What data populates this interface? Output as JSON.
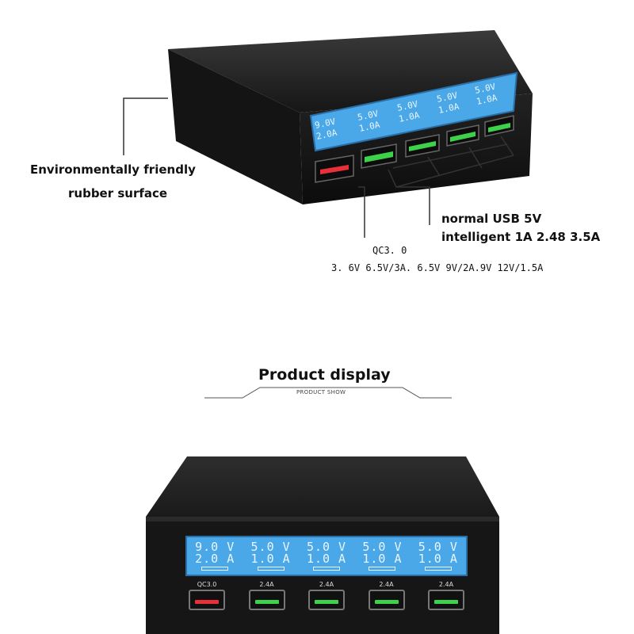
{
  "callouts": {
    "rubber_line1": "Environmentally friendly",
    "rubber_line2": "rubber surface",
    "usb_line1": "normal USB 5V",
    "usb_line2": "intelligent 1A 2.48 3.5A",
    "qc_line1": "QC3. 0",
    "qc_line2": "3. 6V 6.5V/3A. 6.5V 9V/2A.9V 12V/1.5A"
  },
  "section": {
    "title": "Product display",
    "subtitle": "PRODUCT SHOW"
  },
  "display": [
    {
      "volt": "9.0 V",
      "amp": "2.0 A"
    },
    {
      "volt": "5.0 V",
      "amp": "1.0 A"
    },
    {
      "volt": "5.0 V",
      "amp": "1.0 A"
    },
    {
      "volt": "5.0 V",
      "amp": "1.0 A"
    },
    {
      "volt": "5.0 V",
      "amp": "1.0 A"
    }
  ],
  "ports": [
    {
      "label": "QC3.0",
      "color": "#e8303a"
    },
    {
      "label": "2.4A",
      "color": "#3ed14a"
    },
    {
      "label": "2.4A",
      "color": "#3ed14a"
    },
    {
      "label": "2.4A",
      "color": "#3ed14a"
    },
    {
      "label": "2.4A",
      "color": "#3ed14a"
    }
  ],
  "colors": {
    "body": "#1c1c1c",
    "lcd": "#4aa8e8"
  }
}
